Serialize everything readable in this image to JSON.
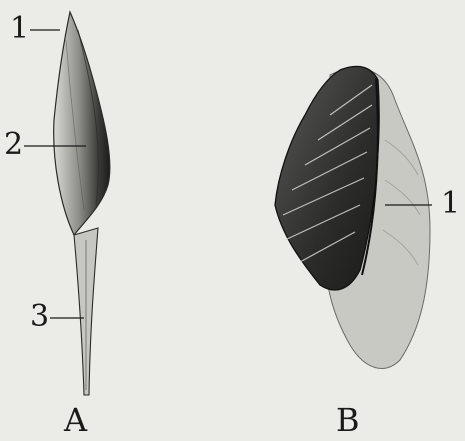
{
  "panels": [
    {
      "id": "A",
      "caption": "A",
      "callouts": [
        "1",
        "2",
        "3"
      ]
    },
    {
      "id": "B",
      "caption": "B",
      "callouts": [
        "1"
      ]
    }
  ],
  "colors": {
    "background": "#ebebe8",
    "ink": "#1a1a1a"
  }
}
